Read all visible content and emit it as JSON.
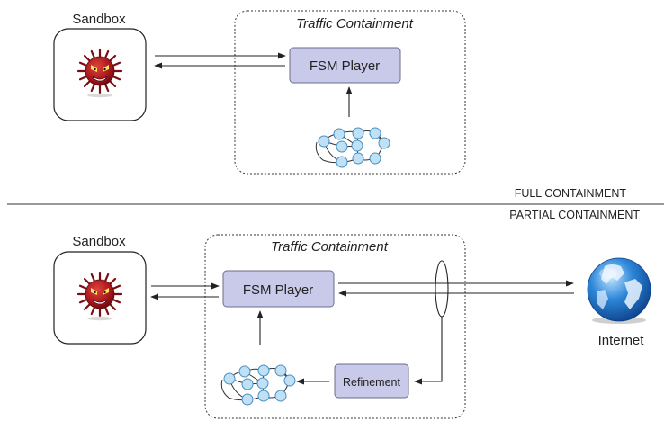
{
  "full_section": {
    "sandbox_label": "Sandbox",
    "containment_title": "Traffic Containment",
    "fsm_player_label": "FSM Player"
  },
  "divider": {
    "upper_label": "FULL CONTAINMENT",
    "lower_label": "PARTIAL CONTAINMENT"
  },
  "partial_section": {
    "sandbox_label": "Sandbox",
    "containment_title": "Traffic Containment",
    "fsm_player_label": "FSM Player",
    "refinement_label": "Refinement",
    "internet_label": "Internet"
  },
  "colors": {
    "fsm_box_fill": "#c9c9ea",
    "fsm_box_stroke": "#6b6b8e",
    "fsm_node_fill": "#bfe0f5",
    "fsm_node_stroke": "#4a8fbf",
    "malware_red": "#b3171b",
    "globe_blue": "#1f6fc2"
  },
  "icons": {
    "malware": "malware-virus-icon",
    "fsm_graph": "state-machine-graph-icon",
    "internet": "globe-icon"
  }
}
